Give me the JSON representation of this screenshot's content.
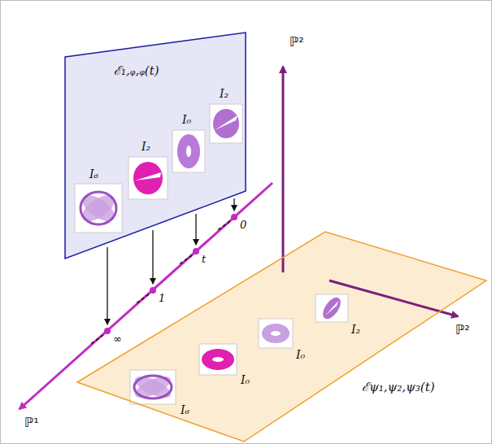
{
  "diagram": {
    "nodes": [
      {
        "text": [
          "ℰ₁,ᵩ,ᵩ(t)"
        ]
      },
      {
        "text": [
          "ℰψ₁,ψ₂,ψ₃(t)"
        ]
      }
    ],
    "labels": [
      "ℙ²",
      "ℙ²",
      "ℙ¹",
      "I₆",
      "I₂",
      "I₀",
      "I₂",
      "I₆",
      "I₀",
      "I₀",
      "I₂",
      "∞",
      "1",
      "t",
      "0"
    ]
  }
}
